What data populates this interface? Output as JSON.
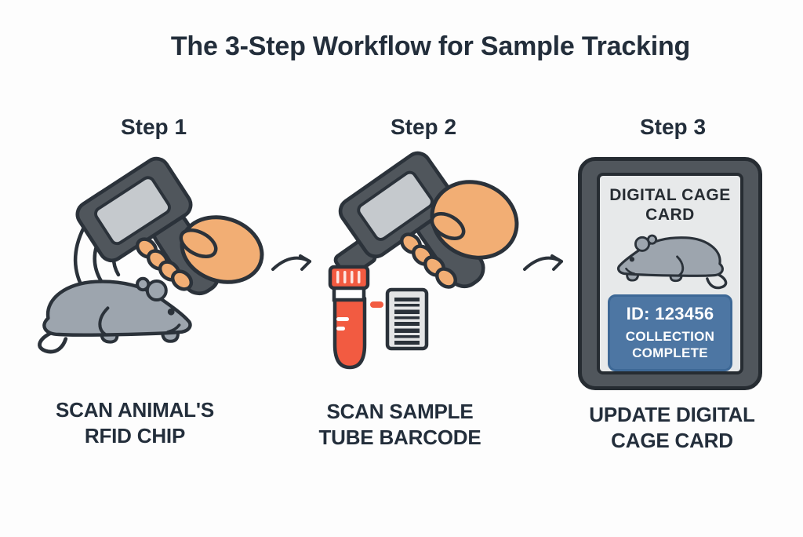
{
  "title": "The 3-Step Workflow for Sample Tracking",
  "steps": [
    {
      "label": "Step 1",
      "caption": "SCAN ANIMAL'S\nRFID CHIP"
    },
    {
      "label": "Step 2",
      "caption": "SCAN SAMPLE\nTUBE BARCODE"
    },
    {
      "label": "Step 3",
      "caption": "UPDATE DIGITAL\nCAGE CARD"
    }
  ],
  "cage_card": {
    "title": "DIGITAL CAGE\nCARD",
    "id": "ID: 123456",
    "status": "COLLECTION\nCOMPLETE"
  },
  "icons": {
    "rfid_scanner": "handheld-scanner-with-screen",
    "signal_waves": "three-arc-rfid-waves",
    "mouse": "lab-mouse-side-view",
    "barcode_scanner": "handheld-scanner-with-nozzle",
    "sample_tube": "red-capped-blood-tube",
    "barcode_label": "striped-barcode-card",
    "arrow": "curved-right-arrow",
    "tablet": "digital-cage-card-tablet"
  },
  "colors": {
    "background": "#fdfdfd",
    "text_navy": "#232e3b",
    "outline": "#2b323a",
    "scanner_body": "#50565c",
    "scanner_screen": "#c5c9cd",
    "hand_skin": "#f2ae74",
    "mouse_gray": "#9da5ae",
    "tube_red": "#f25b41",
    "barcode_bg": "#e3e4e5",
    "tablet_frame": "#50565c",
    "tablet_screen": "#e7e9ea",
    "status_panel_blue": "#4d76a3",
    "panel_text": "#ffffff"
  }
}
